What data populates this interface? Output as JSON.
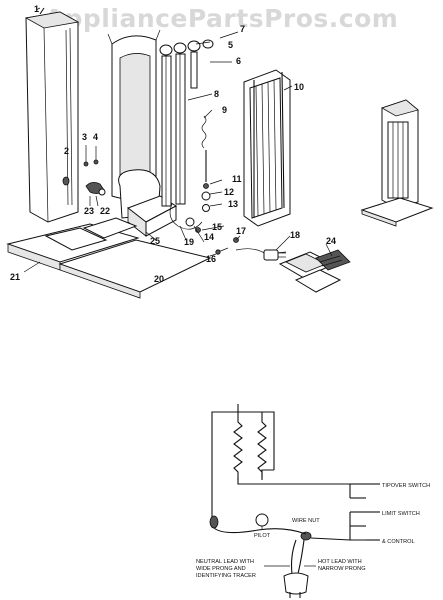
{
  "watermark": "AppliancePartsPros.com",
  "callouts": {
    "c1": "1",
    "c2": "2",
    "c3": "3",
    "c4": "4",
    "c5": "5",
    "c6": "6",
    "c7": "7",
    "c8": "8",
    "c9": "9",
    "c10": "10",
    "c11": "11",
    "c12": "12",
    "c13": "13",
    "c14": "14",
    "c15": "15",
    "c16": "16",
    "c17": "17",
    "c18": "18",
    "c19": "19",
    "c20": "20",
    "c21": "21",
    "c22": "22",
    "c23": "23",
    "c24": "24",
    "c25": "25"
  },
  "wiring": {
    "tipover_switch": "TIPOVER SWITCH",
    "limit_switch": "LIMIT SWITCH",
    "control": "& CONTROL",
    "wire_nut": "WIRE NUT",
    "pilot": "PILOT",
    "neutral_lead": [
      "NEUTRAL LEAD WITH",
      "WIDE PRONG AND",
      "IDENTIFYING TRACER"
    ],
    "hot_lead": [
      "HOT LEAD WITH",
      "NARROW PRONG"
    ]
  }
}
